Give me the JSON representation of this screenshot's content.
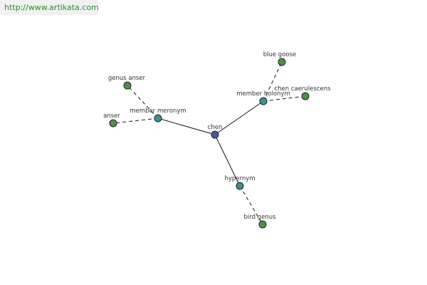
{
  "header": {
    "url": "http://www.artikata.com"
  },
  "graph": {
    "colors": {
      "center": "#4a55a0",
      "relation": "#3f8f90",
      "leaf": "#4f8f4a",
      "edge": "#111111",
      "node_stroke": "#222222"
    },
    "nodes": {
      "center": {
        "label": "chen"
      },
      "meronym": {
        "label": "member meronym"
      },
      "holonym": {
        "label": "member holonym"
      },
      "hypernym": {
        "label": "hypernym"
      },
      "genus": {
        "label": "genus anser"
      },
      "anser": {
        "label": "anser"
      },
      "blue": {
        "label": "blue goose"
      },
      "caer": {
        "label": "chen caerulescens"
      },
      "bird": {
        "label": "bird genus"
      }
    }
  }
}
